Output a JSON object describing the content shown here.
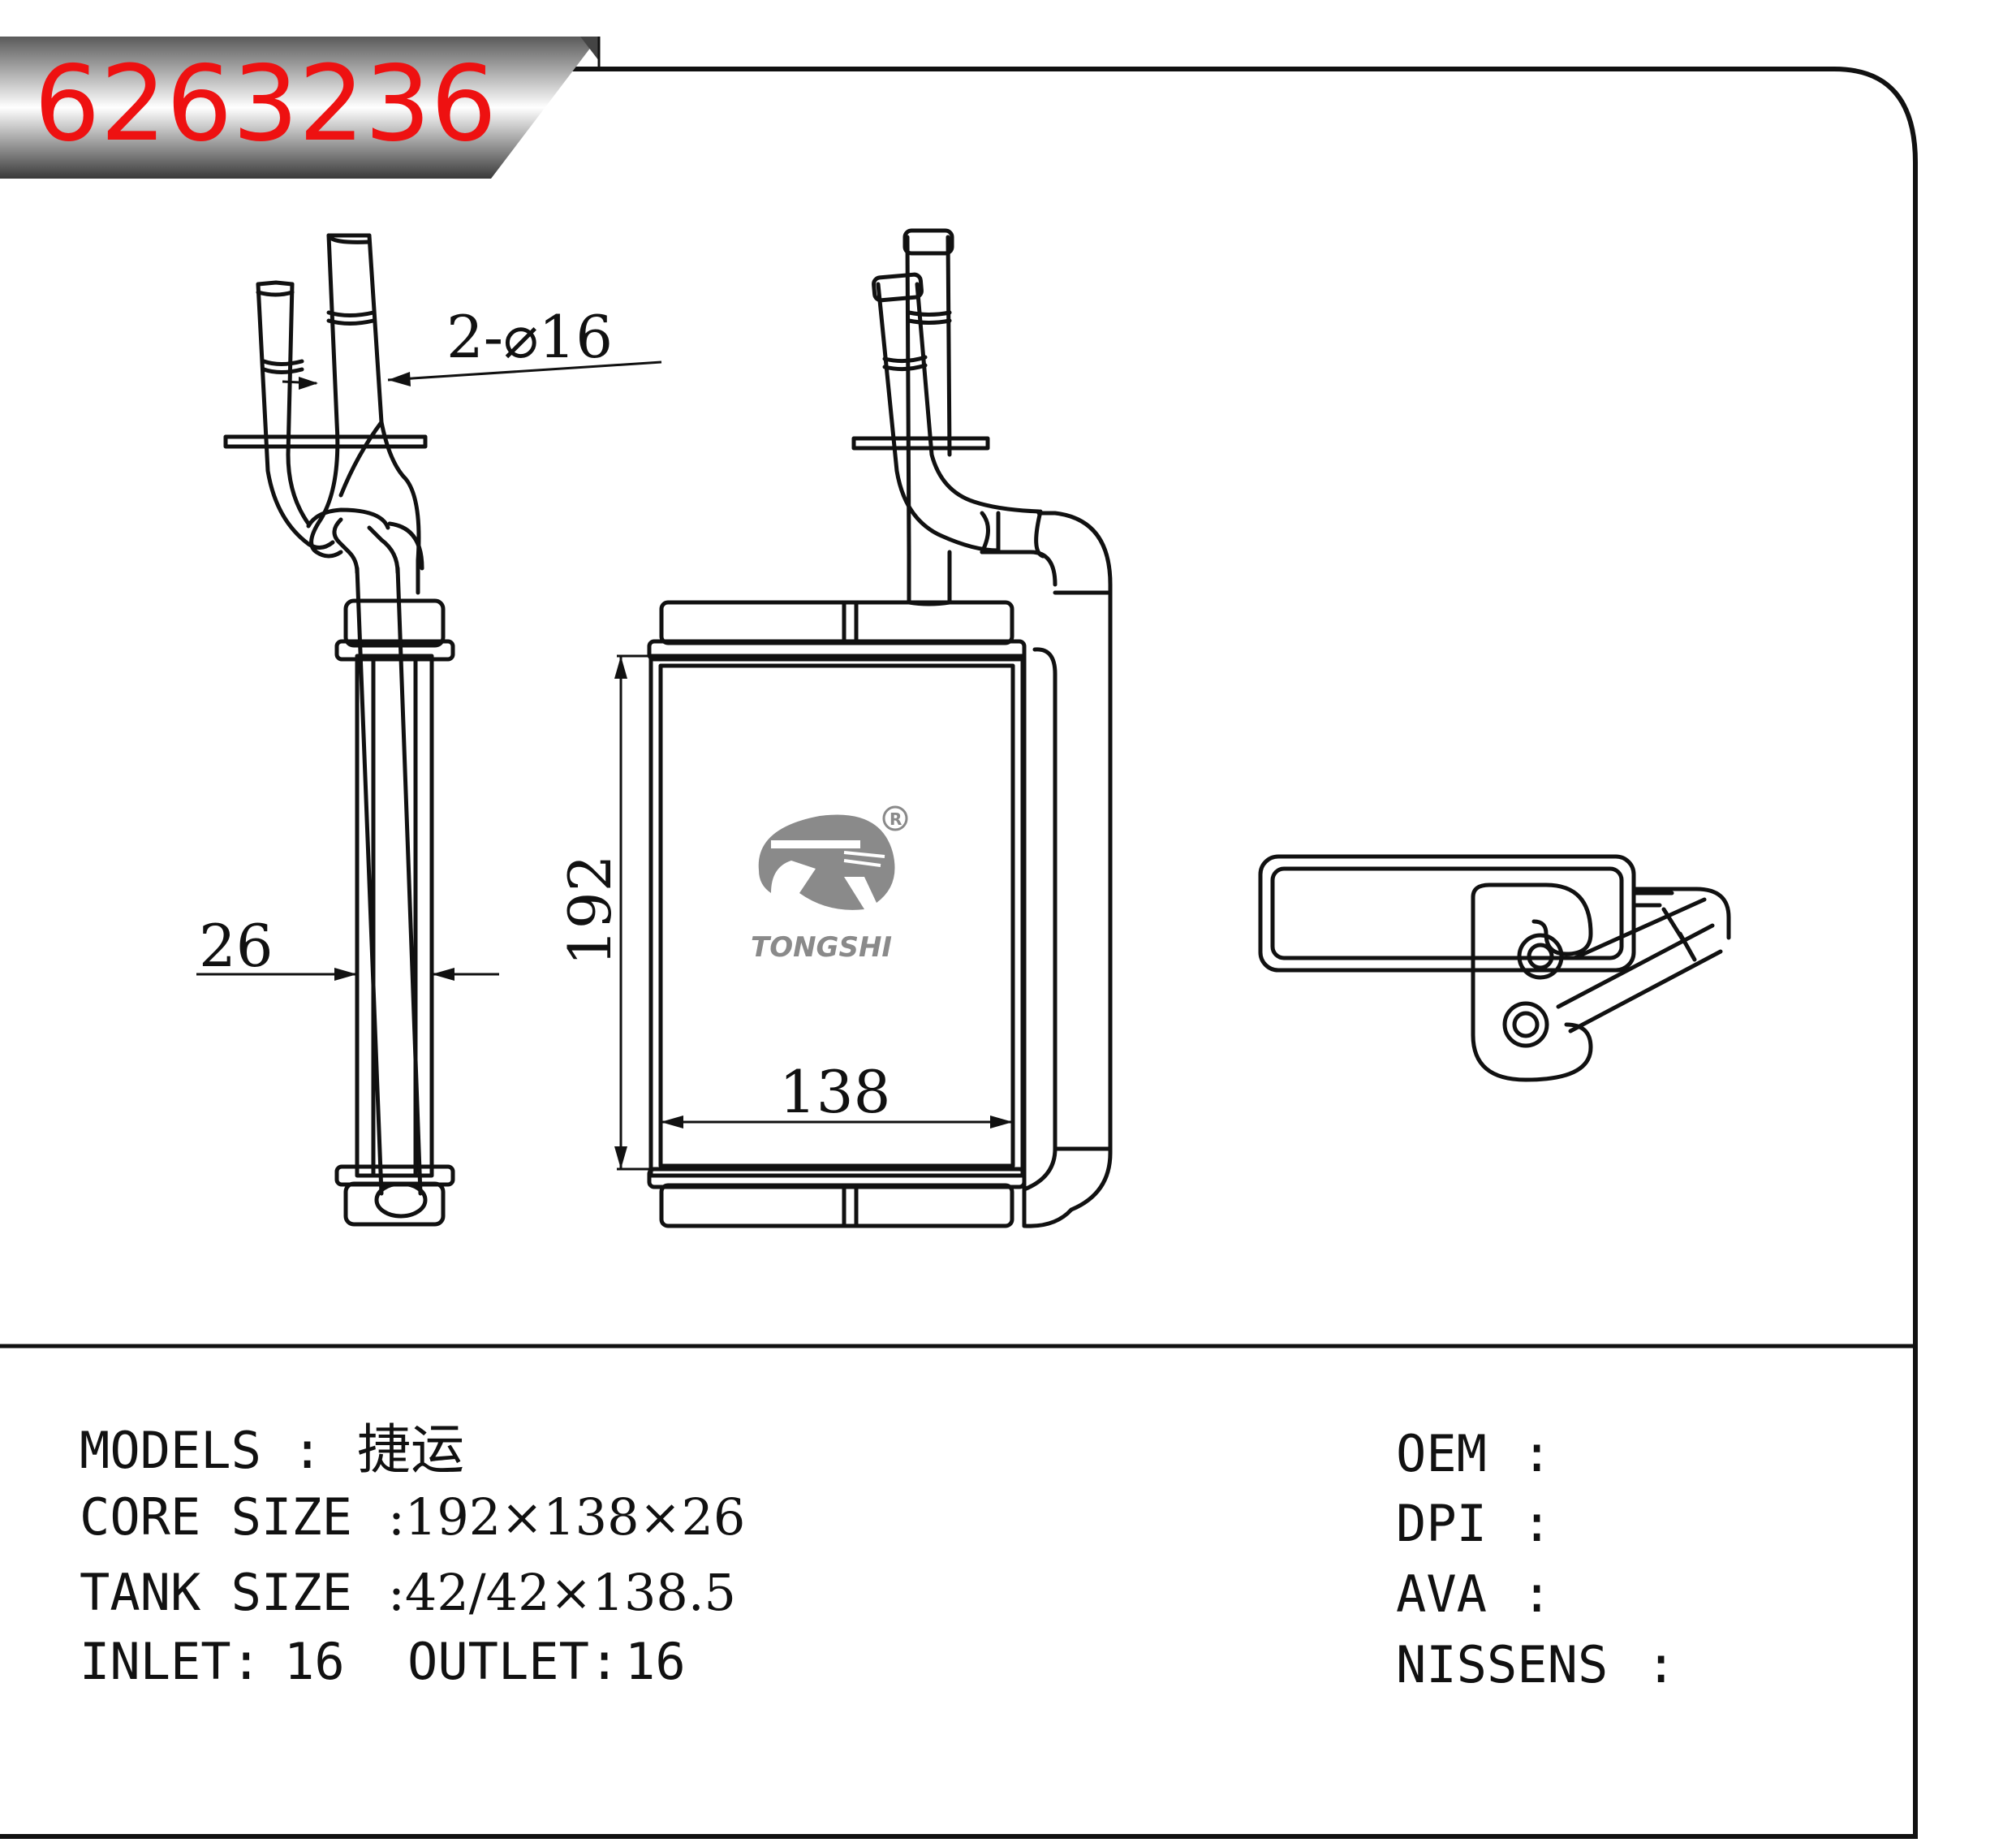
{
  "part_number": "6263236",
  "brand": "TONGSHI",
  "registered_mark": "®",
  "dimensions": {
    "pipe": "2-⌀16",
    "thickness": "26",
    "height": "192",
    "width": "138"
  },
  "specs": {
    "models_label": "MODELS",
    "models_sep": ":",
    "models_value": "捷运",
    "core_label": "CORE SIZE",
    "core_value": ":192×138×26",
    "tank_label": "TANK SIZE",
    "tank_value": ":42/42×138.5",
    "inlet_label": "INLET:",
    "inlet_value": "16",
    "outlet_label": "OUTLET:",
    "outlet_value": "16"
  },
  "refs": {
    "oem_label": "OEM",
    "dpi_label": "DPI",
    "ava_label": "AVA",
    "nissens_label": "NISSENS",
    "sep": ":"
  },
  "colors": {
    "part_number": "#ee1111",
    "line": "#111111",
    "logo_gray": "#8a8a8a"
  }
}
